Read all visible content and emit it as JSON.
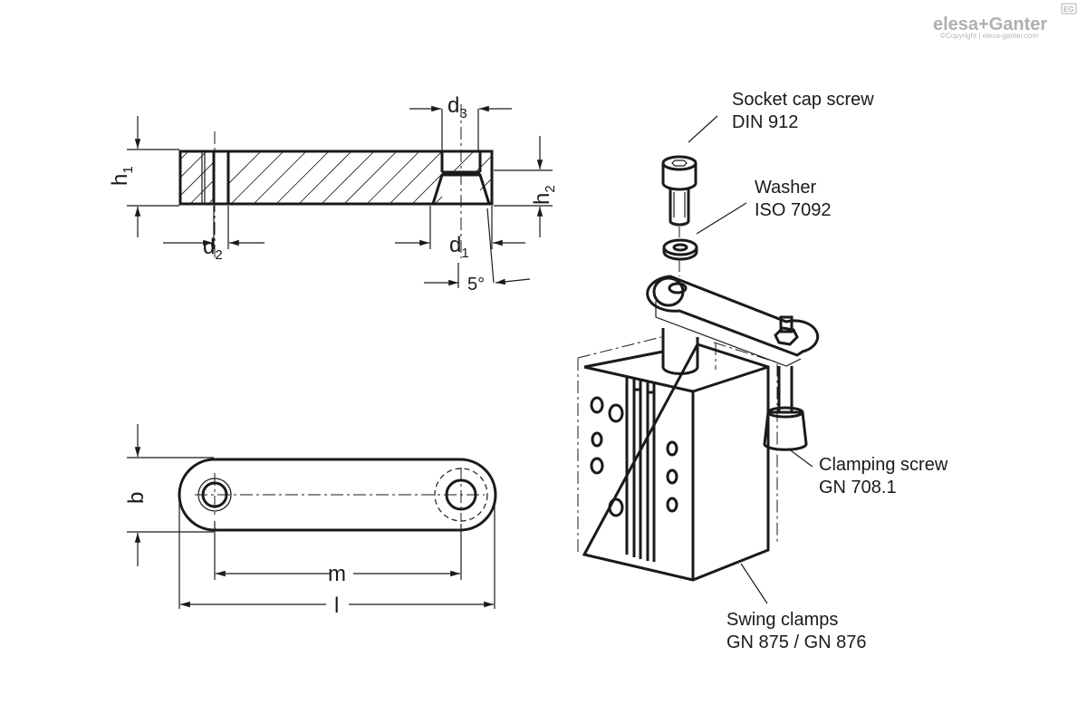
{
  "logo": {
    "brand": "elesa+Ganter",
    "badge": "EG",
    "copyright": "©Copyright | elesa-ganter.com"
  },
  "dimensions": {
    "h1": "h",
    "h1_sub": "1",
    "h2": "h",
    "h2_sub": "2",
    "d1": "d",
    "d1_sub": "1",
    "d2": "d",
    "d2_sub": "2",
    "d3": "d",
    "d3_sub": "3",
    "angle": "5°",
    "b": "b",
    "m": "m",
    "l": "l"
  },
  "callouts": {
    "socket_cap_screw": [
      "Socket cap screw",
      "DIN 912"
    ],
    "washer": [
      "Washer",
      "ISO 7092"
    ],
    "clamping_screw": [
      "Clamping screw",
      "GN 708.1"
    ],
    "swing_clamps": [
      "Swing clamps",
      "GN 875 / GN 876"
    ]
  }
}
